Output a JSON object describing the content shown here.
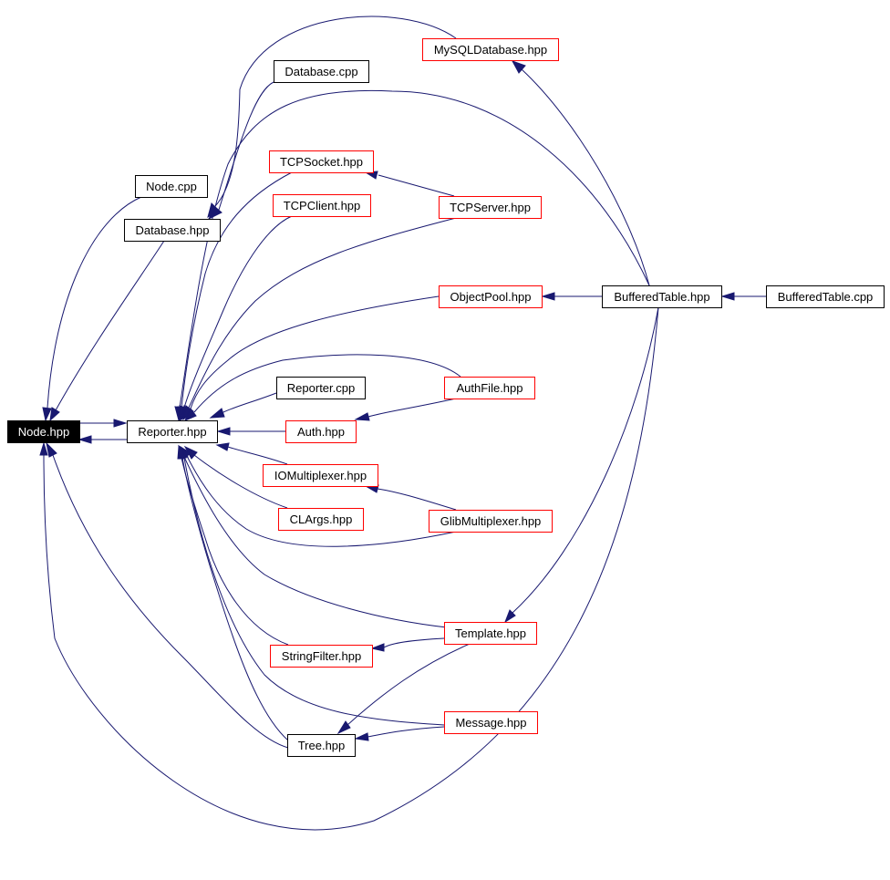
{
  "colors": {
    "edge": "#191970",
    "node_border_plain": "#000000",
    "node_border_linked": "#ff0000",
    "focus_fill": "#000000",
    "focus_text": "#ffffff"
  },
  "nodes": [
    {
      "id": "node_hpp",
      "label": "Node.hpp",
      "style": "focus"
    },
    {
      "id": "reporter_hpp",
      "label": "Reporter.hpp",
      "style": "plain"
    },
    {
      "id": "node_cpp",
      "label": "Node.cpp",
      "style": "plain"
    },
    {
      "id": "database_hpp",
      "label": "Database.hpp",
      "style": "plain"
    },
    {
      "id": "database_cpp",
      "label": "Database.cpp",
      "style": "plain"
    },
    {
      "id": "mysqldatabase_hpp",
      "label": "MySQLDatabase.hpp",
      "style": "linked"
    },
    {
      "id": "tcpsocket_hpp",
      "label": "TCPSocket.hpp",
      "style": "linked"
    },
    {
      "id": "tcpclient_hpp",
      "label": "TCPClient.hpp",
      "style": "linked"
    },
    {
      "id": "tcpserver_hpp",
      "label": "TCPServer.hpp",
      "style": "linked"
    },
    {
      "id": "objectpool_hpp",
      "label": "ObjectPool.hpp",
      "style": "linked"
    },
    {
      "id": "bufferedtable_hpp",
      "label": "BufferedTable.hpp",
      "style": "plain"
    },
    {
      "id": "bufferedtable_cpp",
      "label": "BufferedTable.cpp",
      "style": "plain"
    },
    {
      "id": "reporter_cpp",
      "label": "Reporter.cpp",
      "style": "plain"
    },
    {
      "id": "authfile_hpp",
      "label": "AuthFile.hpp",
      "style": "linked"
    },
    {
      "id": "auth_hpp",
      "label": "Auth.hpp",
      "style": "linked"
    },
    {
      "id": "iomultiplexer_hpp",
      "label": "IOMultiplexer.hpp",
      "style": "linked"
    },
    {
      "id": "clargs_hpp",
      "label": "CLArgs.hpp",
      "style": "linked"
    },
    {
      "id": "glibmultiplexer_hpp",
      "label": "GlibMultiplexer.hpp",
      "style": "linked"
    },
    {
      "id": "template_hpp",
      "label": "Template.hpp",
      "style": "linked"
    },
    {
      "id": "stringfilter_hpp",
      "label": "StringFilter.hpp",
      "style": "linked"
    },
    {
      "id": "message_hpp",
      "label": "Message.hpp",
      "style": "linked"
    },
    {
      "id": "tree_hpp",
      "label": "Tree.hpp",
      "style": "plain"
    }
  ],
  "edges": [
    {
      "from": "node_hpp",
      "to": "reporter_hpp"
    },
    {
      "from": "reporter_hpp",
      "to": "node_hpp"
    },
    {
      "from": "node_cpp",
      "to": "node_hpp"
    },
    {
      "from": "database_hpp",
      "to": "node_hpp"
    },
    {
      "from": "database_cpp",
      "to": "database_hpp"
    },
    {
      "from": "mysqldatabase_hpp",
      "to": "database_hpp"
    },
    {
      "from": "bufferedtable_hpp",
      "to": "mysqldatabase_hpp"
    },
    {
      "from": "bufferedtable_hpp",
      "to": "reporter_hpp"
    },
    {
      "from": "tcpsocket_hpp",
      "to": "reporter_hpp"
    },
    {
      "from": "tcpclient_hpp",
      "to": "reporter_hpp"
    },
    {
      "from": "tcpserver_hpp",
      "to": "tcpsocket_hpp"
    },
    {
      "from": "tcpserver_hpp",
      "to": "reporter_hpp"
    },
    {
      "from": "objectpool_hpp",
      "to": "reporter_hpp"
    },
    {
      "from": "bufferedtable_hpp",
      "to": "objectpool_hpp"
    },
    {
      "from": "bufferedtable_cpp",
      "to": "bufferedtable_hpp"
    },
    {
      "from": "authfile_hpp",
      "to": "reporter_hpp"
    },
    {
      "from": "reporter_cpp",
      "to": "reporter_hpp"
    },
    {
      "from": "authfile_hpp",
      "to": "auth_hpp"
    },
    {
      "from": "auth_hpp",
      "to": "reporter_hpp"
    },
    {
      "from": "iomultiplexer_hpp",
      "to": "reporter_hpp"
    },
    {
      "from": "glibmultiplexer_hpp",
      "to": "iomultiplexer_hpp"
    },
    {
      "from": "clargs_hpp",
      "to": "reporter_hpp"
    },
    {
      "from": "glibmultiplexer_hpp",
      "to": "reporter_hpp"
    },
    {
      "from": "template_hpp",
      "to": "reporter_hpp"
    },
    {
      "from": "bufferedtable_hpp",
      "to": "template_hpp"
    },
    {
      "from": "template_hpp",
      "to": "stringfilter_hpp"
    },
    {
      "from": "stringfilter_hpp",
      "to": "reporter_hpp"
    },
    {
      "from": "message_hpp",
      "to": "reporter_hpp"
    },
    {
      "from": "template_hpp",
      "to": "tree_hpp"
    },
    {
      "from": "message_hpp",
      "to": "tree_hpp"
    },
    {
      "from": "tree_hpp",
      "to": "reporter_hpp"
    },
    {
      "from": "tree_hpp",
      "to": "node_hpp"
    },
    {
      "from": "bufferedtable_hpp",
      "to": "node_hpp"
    }
  ]
}
